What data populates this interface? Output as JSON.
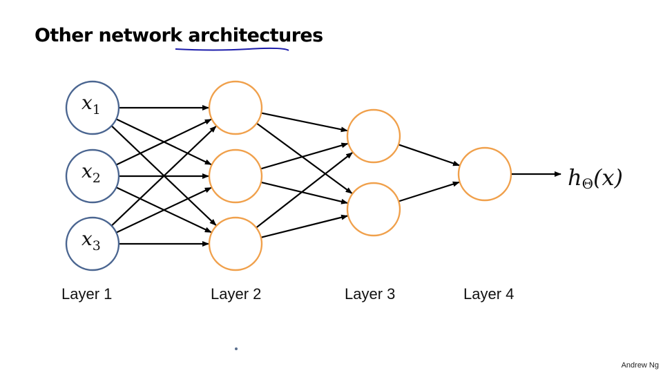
{
  "slide": {
    "title_plain": "Other network ",
    "title_underlined": "architectures",
    "author": "Andrew Ng"
  },
  "diagram": {
    "colors": {
      "input_node": "#4a6590",
      "hidden_node": "#f0a04b",
      "edge": "#000000",
      "annotation_underline": "#1a1aaa"
    },
    "layers": [
      {
        "label": "Layer 1",
        "nodes": [
          {
            "var": "x",
            "sub": "1"
          },
          {
            "var": "x",
            "sub": "2"
          },
          {
            "var": "x",
            "sub": "3"
          }
        ]
      },
      {
        "label": "Layer 2",
        "nodes": [
          {},
          {},
          {}
        ]
      },
      {
        "label": "Layer 3",
        "nodes": [
          {},
          {}
        ]
      },
      {
        "label": "Layer 4",
        "nodes": [
          {}
        ]
      }
    ],
    "output": {
      "base": "h",
      "sub": "Θ",
      "arg": "(x)"
    }
  }
}
